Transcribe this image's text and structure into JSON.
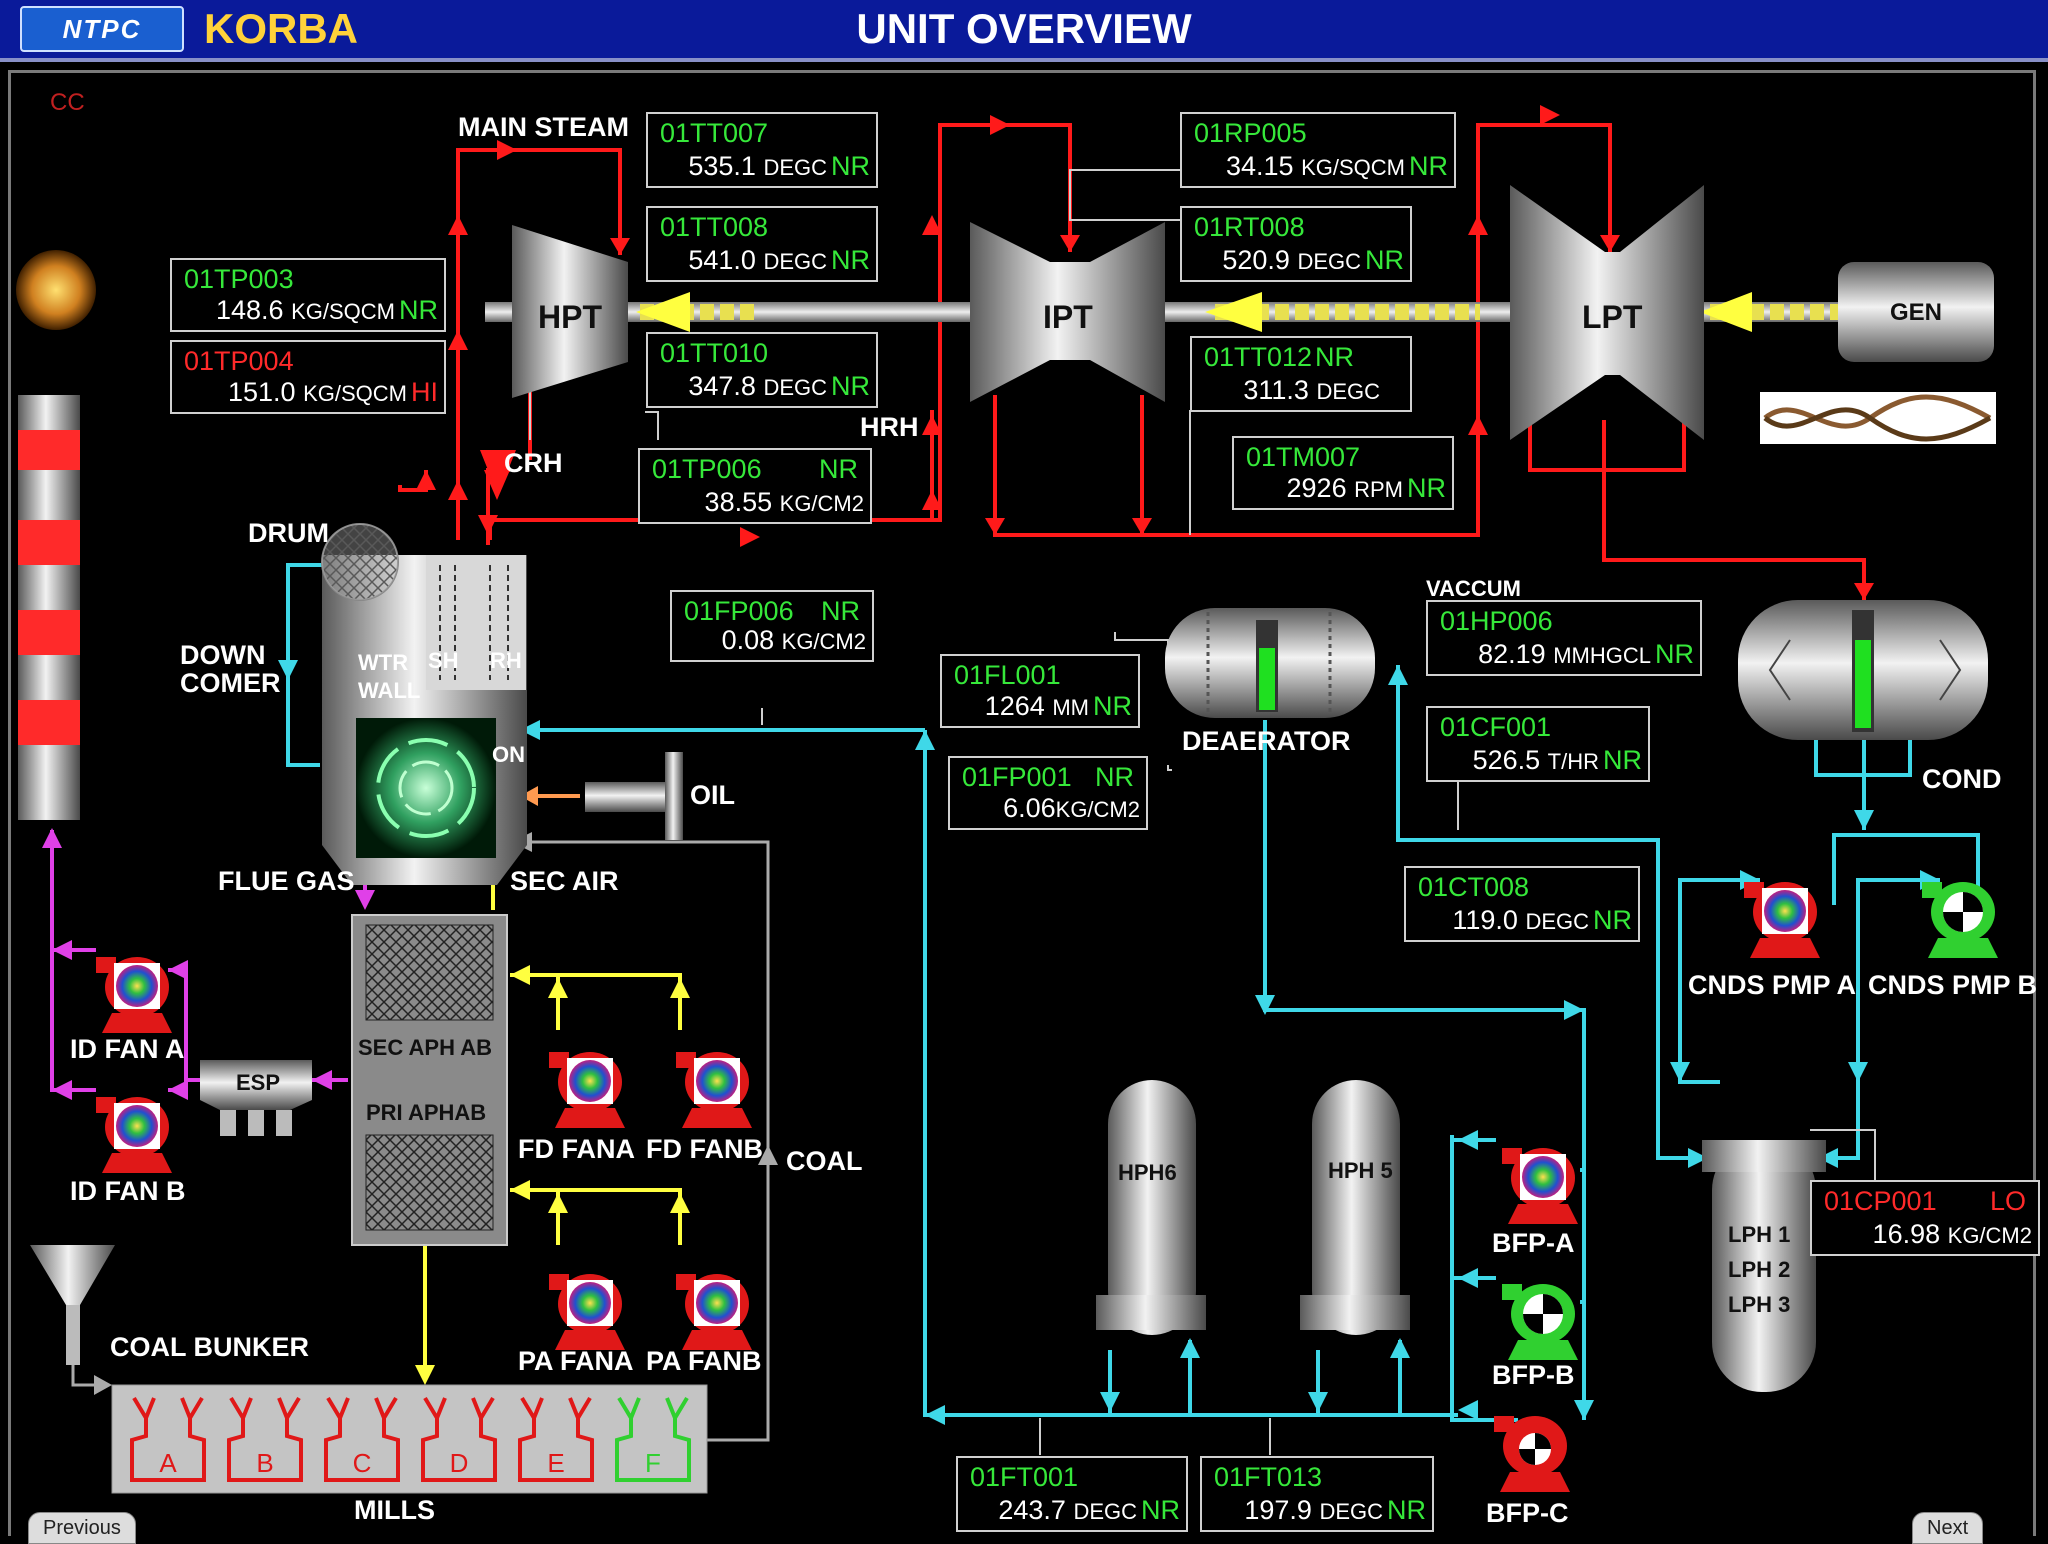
{
  "header": {
    "logo": "NTPC",
    "plant": "KORBA",
    "title": "UNIT OVERVIEW"
  },
  "corner_label": "CC",
  "turbines": {
    "hpt": "HPT",
    "ipt": "IPT",
    "lpt": "LPT",
    "gen": "GEN"
  },
  "labels": {
    "main_steam": "MAIN STEAM",
    "crh": "CRH",
    "hrh": "HRH",
    "drum": "DRUM",
    "down_comer_1": "DOWN",
    "down_comer_2": "COMER",
    "wtr_wall_1": "WTR",
    "wtr_wall_2": "WALL",
    "sh": "SH",
    "rh": "RH",
    "on": "ON",
    "oil": "OIL",
    "flue_gas": "FLUE GAS",
    "sec_air": "SEC AIR",
    "sec_aph": "SEC APH AB",
    "pri_aph": "PRI APHAB",
    "fd_fan_a": "FD FANA",
    "fd_fan_b": "FD FANB",
    "pa_fan_a": "PA FANA",
    "pa_fan_b": "PA FANB",
    "coal": "COAL",
    "coal_bunker": "COAL BUNKER",
    "mills": "MILLS",
    "id_fan_a": "ID FAN A",
    "id_fan_b": "ID FAN B",
    "esp": "ESP",
    "deaerator": "DEAERATOR",
    "vaccum": "VACCUM",
    "cond": "COND",
    "cnds_pmp_a": "CNDS PMP A",
    "cnds_pmp_b": "CNDS PMP B",
    "hph6": "HPH6",
    "hph5": "HPH 5",
    "bfp_a": "BFP-A",
    "bfp_b": "BFP-B",
    "bfp_c": "BFP-C",
    "lph1": "LPH 1",
    "lph2": "LPH 2",
    "lph3": "LPH 3"
  },
  "mills": [
    "A",
    "B",
    "C",
    "D",
    "E",
    "F"
  ],
  "tags": {
    "tt007": {
      "tag": "01TT007",
      "value": "535.1",
      "unit": "DEGC",
      "status": "NR"
    },
    "tt008": {
      "tag": "01TT008",
      "value": "541.0",
      "unit": "DEGC",
      "status": "NR"
    },
    "tt010": {
      "tag": "01TT010",
      "value": "347.8",
      "unit": "DEGC",
      "status": "NR"
    },
    "tp003": {
      "tag": "01TP003",
      "value": "148.6",
      "unit": "KG/SQCM",
      "status": "NR"
    },
    "tp004": {
      "tag": "01TP004",
      "value": "151.0",
      "unit": "KG/SQCM",
      "status": "HI"
    },
    "tp006": {
      "tag": "01TP006",
      "value": "38.55",
      "unit": "KG/CM2",
      "status": "NR"
    },
    "rp005": {
      "tag": "01RP005",
      "value": "34.15",
      "unit": "KG/SQCM",
      "status": "NR"
    },
    "rt008": {
      "tag": "01RT008",
      "value": "520.9",
      "unit": "DEGC",
      "status": "NR"
    },
    "tt012": {
      "tag": "01TT012",
      "value": "311.3",
      "unit": "DEGC",
      "status": "NR"
    },
    "tm007": {
      "tag": "01TM007",
      "value": "2926",
      "unit": "RPM",
      "status": "NR"
    },
    "fp006": {
      "tag": "01FP006",
      "value": "0.08",
      "unit": "KG/CM2",
      "status": "NR"
    },
    "fl001": {
      "tag": "01FL001",
      "value": "1264",
      "unit": "MM",
      "status": "NR"
    },
    "fp001": {
      "tag": "01FP001",
      "value": "6.06",
      "unit": "KG/CM2",
      "status": "NR"
    },
    "hp006": {
      "tag": "01HP006",
      "value": "82.19",
      "unit": "MMHGCL",
      "status": "NR"
    },
    "cf001": {
      "tag": "01CF001",
      "value": "526.5",
      "unit": "T/HR",
      "status": "NR"
    },
    "ct008": {
      "tag": "01CT008",
      "value": "119.0",
      "unit": "DEGC",
      "status": "NR"
    },
    "cp001": {
      "tag": "01CP001",
      "value": "16.98",
      "unit": "KG/CM2",
      "status": "LO"
    },
    "ft001": {
      "tag": "01FT001",
      "value": "243.7",
      "unit": "DEGC",
      "status": "NR"
    },
    "ft013": {
      "tag": "01FT013",
      "value": "197.9",
      "unit": "DEGC",
      "status": "NR"
    }
  },
  "nav": {
    "previous": "Previous",
    "next": "Next"
  },
  "colors": {
    "steam": "#ff1a1a",
    "water": "#3fd8e8",
    "air": "#ffff40",
    "flue": "#e040e8",
    "value_ok": "#36e83a",
    "value_alarm": "#ff2a2a",
    "title_bar": "#0a1a9a"
  }
}
